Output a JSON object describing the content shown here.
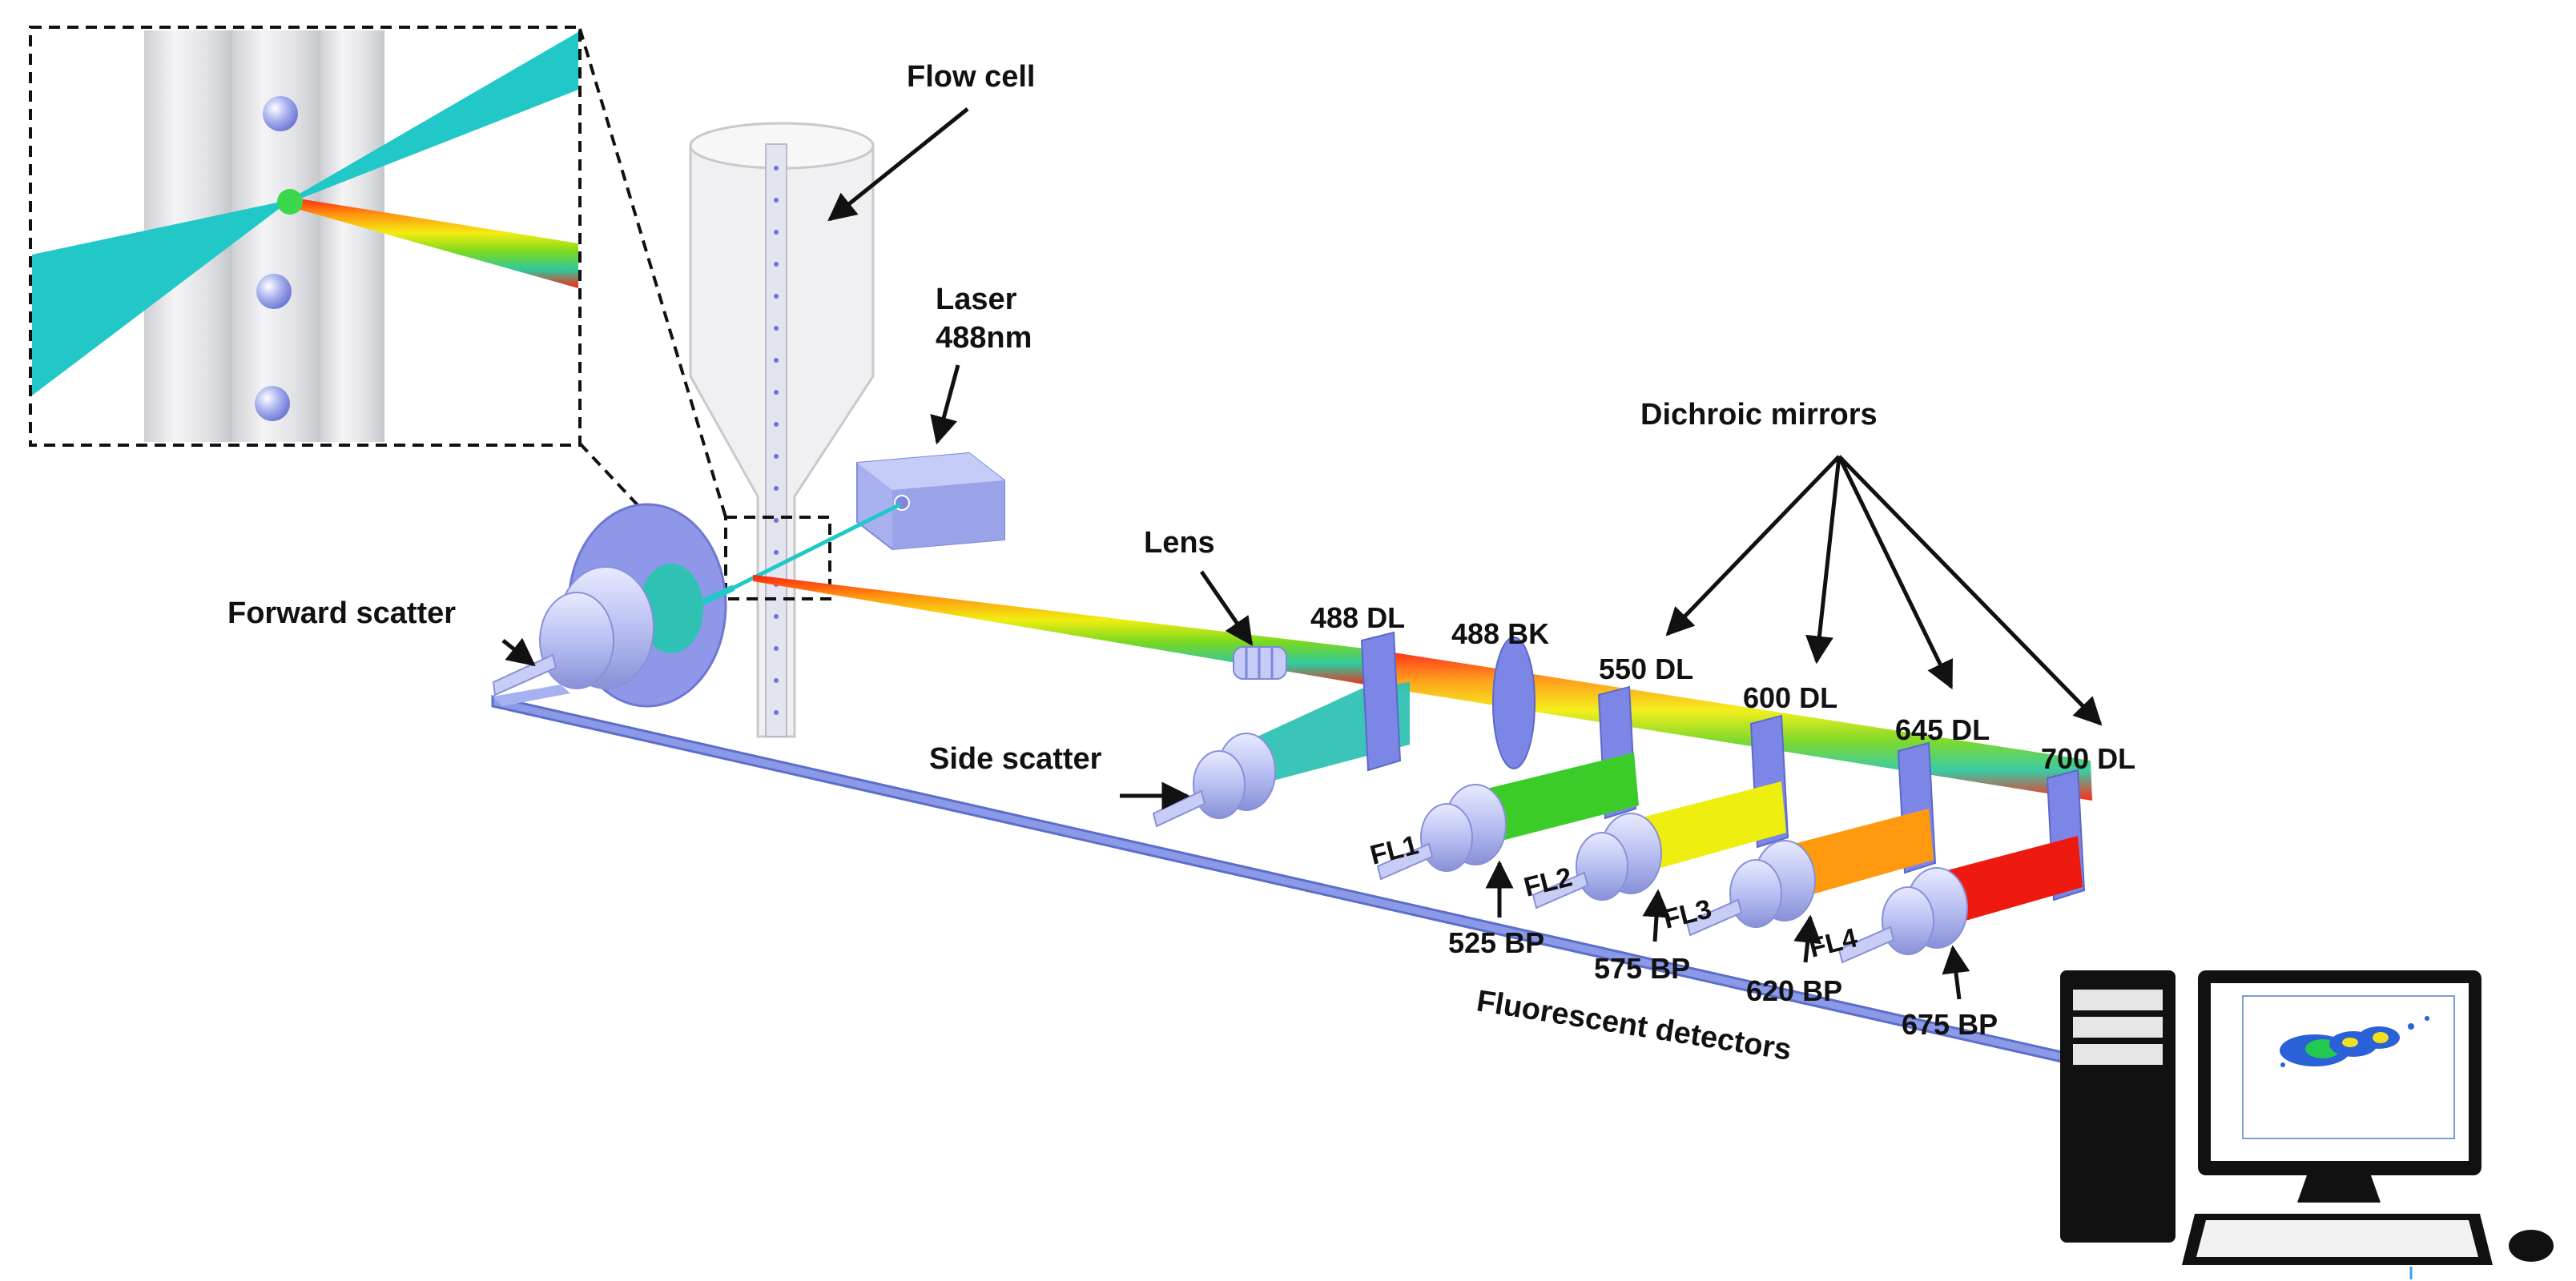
{
  "labels": {
    "flow_cell": "Flow cell",
    "laser_line1": "Laser",
    "laser_line2": "488nm",
    "dichroic_mirrors": "Dichroic mirrors",
    "lens": "Lens",
    "forward_scatter": "Forward scatter",
    "side_scatter": "Side scatter",
    "fluorescent_detectors": "Fluorescent detectors",
    "mirrors": [
      "488 DL",
      "488 BK",
      "550 DL",
      "600 DL",
      "645 DL",
      "700 DL"
    ],
    "channels": [
      "FL1",
      "FL2",
      "FL3",
      "FL4"
    ],
    "bandpass": [
      "525 BP",
      "575 BP",
      "620 BP",
      "675 BP"
    ]
  },
  "colors": {
    "laser_beam": "#22c8c8",
    "detector_body": "#b8bff0",
    "mirror": "#7b86e6",
    "rail": "#7c8de0",
    "fl1_beam": "#3ccc2a",
    "fl2_beam": "#eeee10",
    "fl3_beam": "#ff9a10",
    "fl4_beam": "#ee1a10"
  }
}
